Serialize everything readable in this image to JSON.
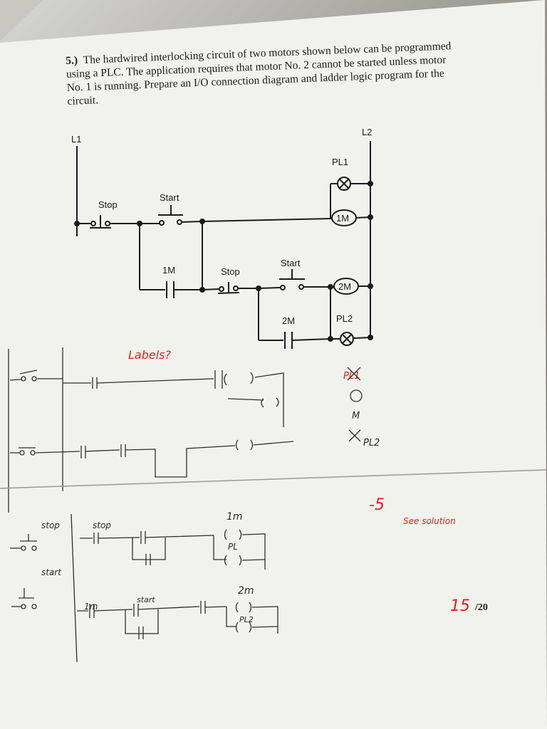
{
  "question": {
    "number": "5.)",
    "text": "The hardwired interlocking circuit of two motors shown below can be programmed using a PLC. The application requires that motor No. 2 cannot be started unless motor No. 1 is running. Prepare an I/O connection diagram and ladder logic program for the circuit."
  },
  "diagram": {
    "rail_left": "L1",
    "rail_right": "L2",
    "pilot_light_1": "PL1",
    "pilot_light_2": "PL2",
    "rung1_stop": "Stop",
    "rung1_start": "Start",
    "coil_1": "1M",
    "rung2_contact_1m": "1M",
    "rung2_stop": "Stop",
    "rung2_start": "Start",
    "coil_2": "2M",
    "rung3_contact_2m": "2M"
  },
  "handwritten": {
    "labels_note": "Labels?",
    "pl1_note": "PL1",
    "m_note": "M",
    "pl2_note": "PL2",
    "stop_label_1": "stop",
    "stop_label_2": "stop",
    "start_label_1": "start",
    "start_label_2": "start",
    "coil_im": "1m",
    "coil_pl": "PL",
    "coil_2m": "2m",
    "coil_pl2": "PL2",
    "contact_im": "1m",
    "deduction": "-5",
    "see_solution": "See solution",
    "score": "15",
    "score_total": "/20"
  },
  "colors": {
    "ink": "#1b1b1b",
    "pencil": "#2e2e2e",
    "red_pen": "#d8221c",
    "paper": "#f4f4ef"
  }
}
